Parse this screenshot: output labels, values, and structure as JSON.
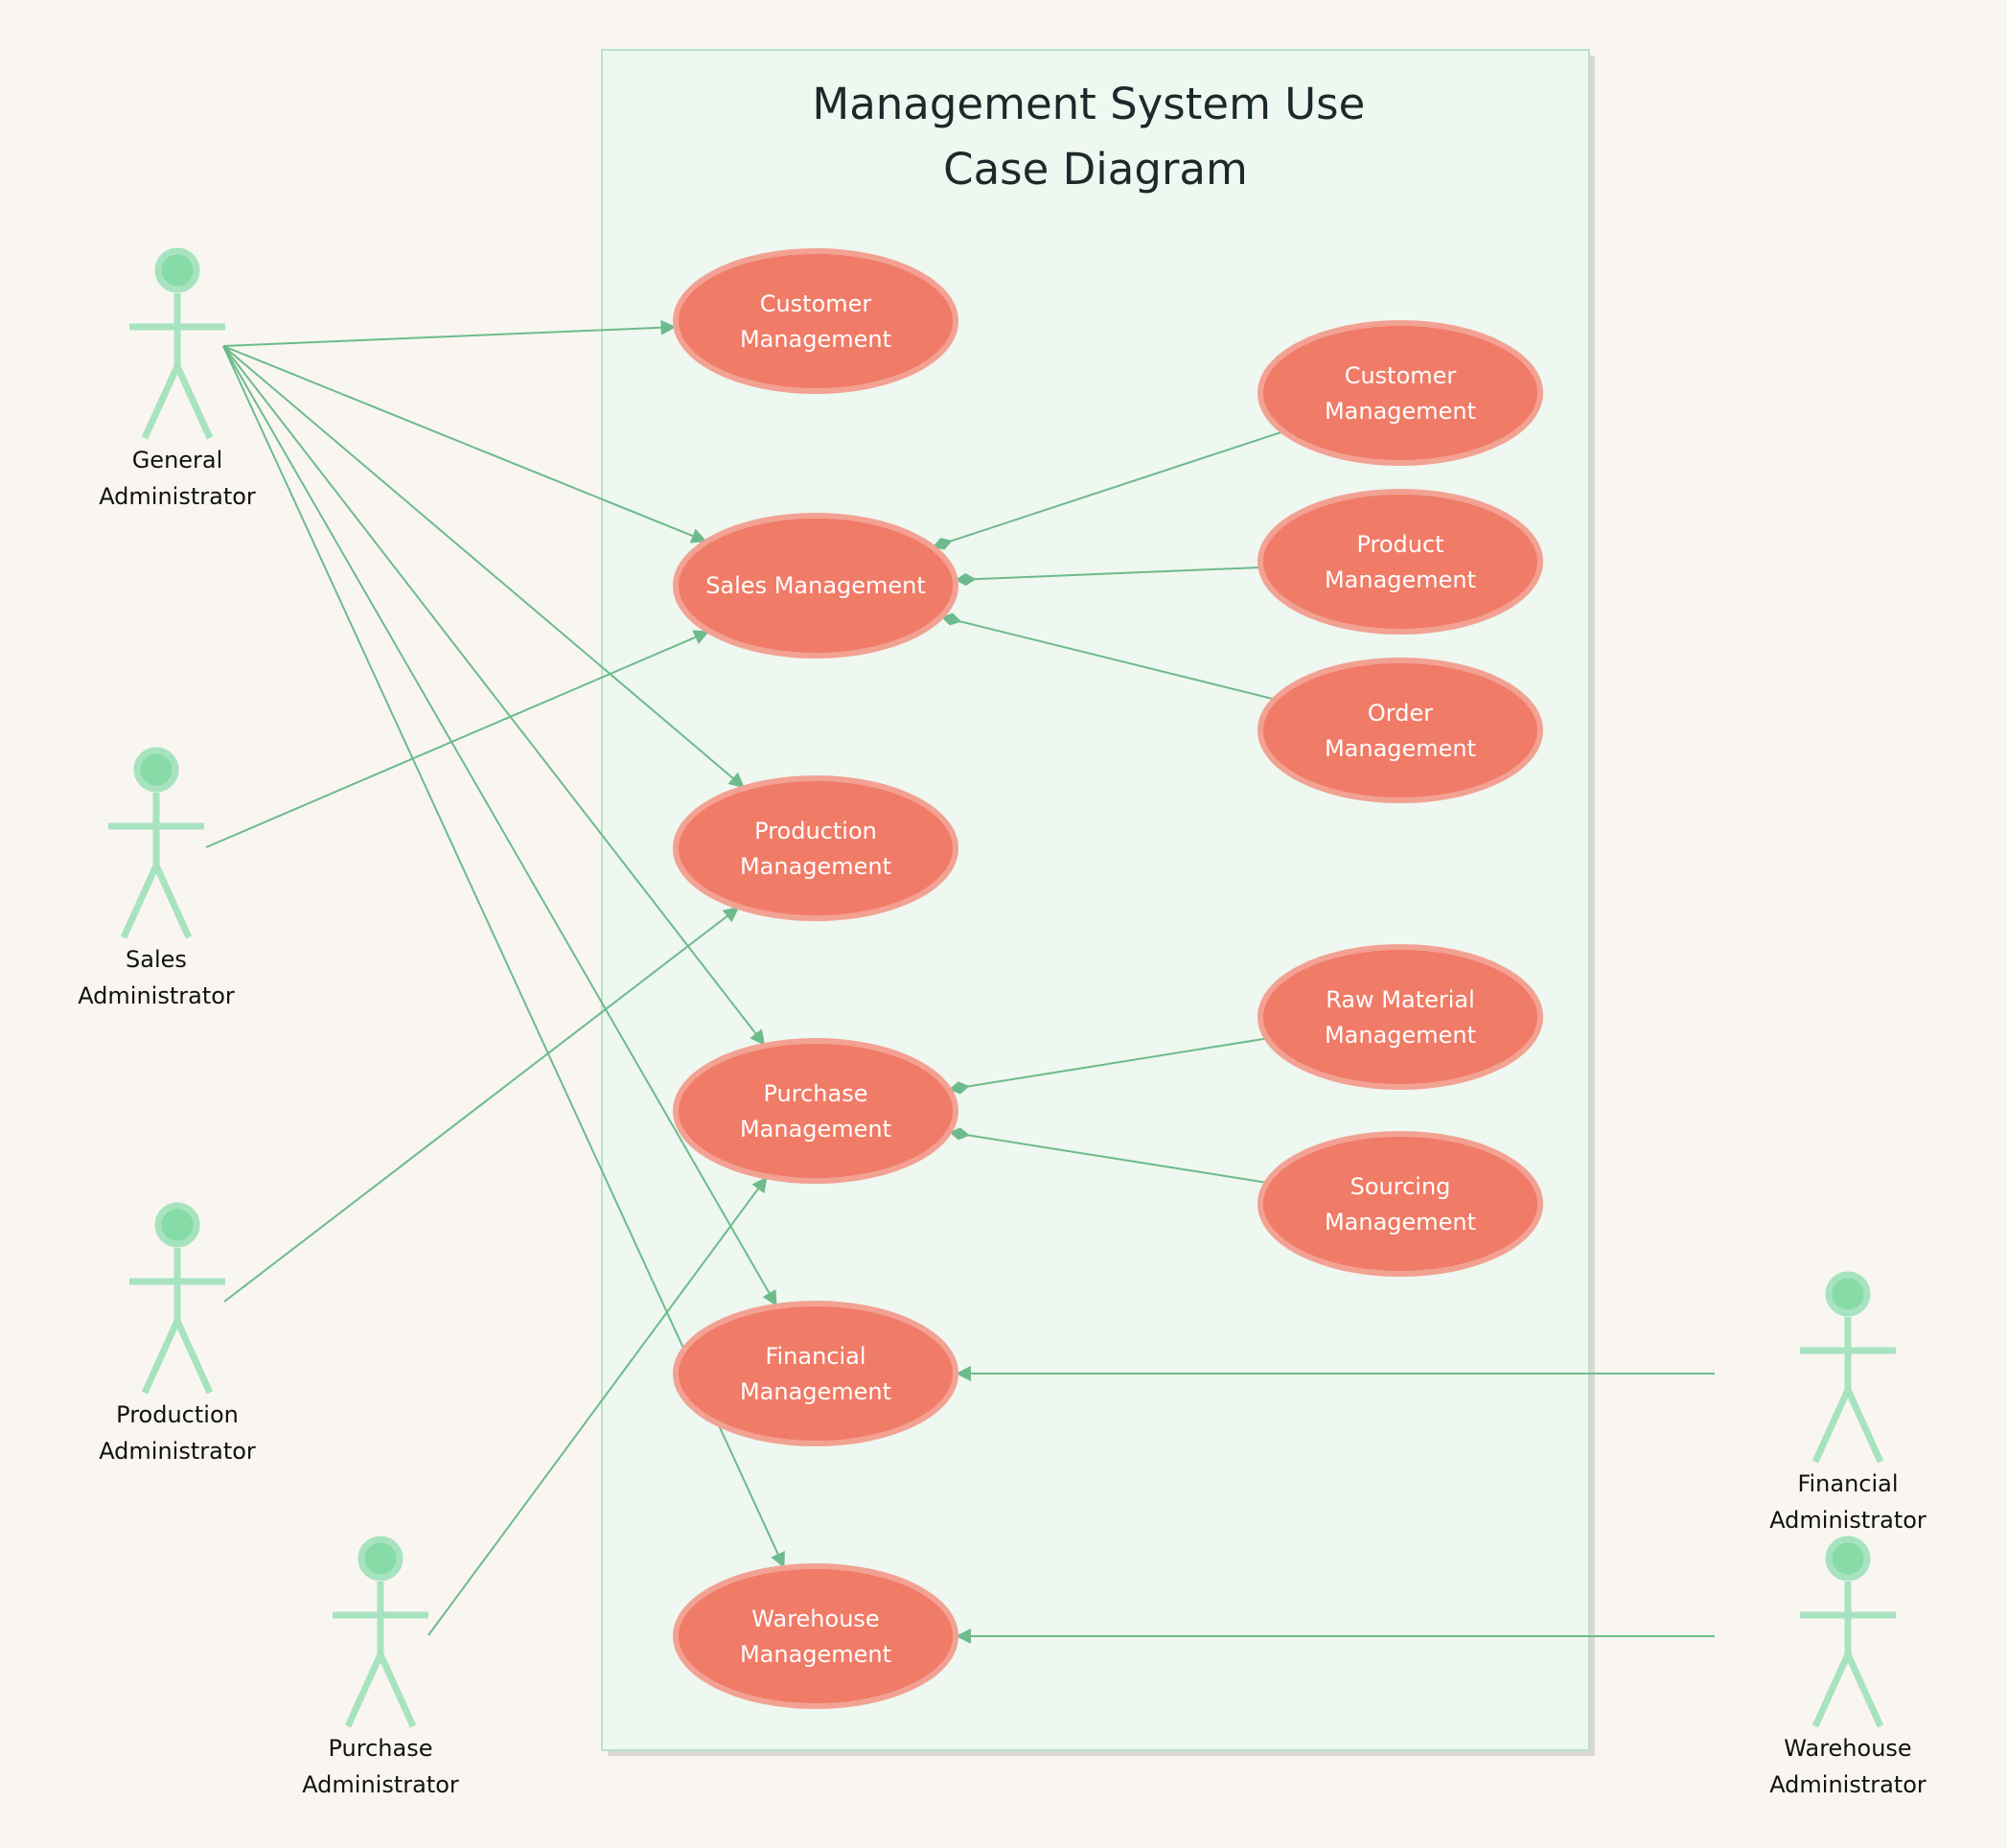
{
  "title": [
    "Management System Use",
    "Case Diagram"
  ],
  "colors": {
    "background": "#f9f6f2",
    "system_fill": "#eef7f0",
    "system_stroke": "#b9e2c9",
    "usecase_fill": "#f07b67",
    "usecase_stroke": "#f2a193",
    "actor": "#a8e3bf",
    "actor_head": "#86dba6",
    "edge": "#6dbb8c"
  },
  "actors": [
    {
      "id": "general",
      "lines": [
        "General",
        "Administrator"
      ]
    },
    {
      "id": "sales",
      "lines": [
        "Sales",
        "Administrator"
      ]
    },
    {
      "id": "production",
      "lines": [
        "Production",
        "Administrator"
      ]
    },
    {
      "id": "purchase",
      "lines": [
        "Purchase",
        "Administrator"
      ]
    },
    {
      "id": "financial",
      "lines": [
        "Financial",
        "Administrator"
      ]
    },
    {
      "id": "warehouse",
      "lines": [
        "Warehouse",
        "Administrator"
      ]
    }
  ],
  "usecases": [
    {
      "id": "customer_mgmt",
      "lines": [
        "Customer",
        "Management"
      ]
    },
    {
      "id": "sales_mgmt",
      "lines": [
        "Sales Management"
      ]
    },
    {
      "id": "production_mgmt",
      "lines": [
        "Production",
        "Management"
      ]
    },
    {
      "id": "purchase_mgmt",
      "lines": [
        "Purchase",
        "Management"
      ]
    },
    {
      "id": "financial_mgmt",
      "lines": [
        "Financial",
        "Management"
      ]
    },
    {
      "id": "warehouse_mgmt",
      "lines": [
        "Warehouse",
        "Management"
      ]
    },
    {
      "id": "sub_customer",
      "lines": [
        "Customer",
        "Management"
      ]
    },
    {
      "id": "sub_product",
      "lines": [
        "Product",
        "Management"
      ]
    },
    {
      "id": "sub_order",
      "lines": [
        "Order",
        "Management"
      ]
    },
    {
      "id": "sub_raw",
      "lines": [
        "Raw Material",
        "Management"
      ]
    },
    {
      "id": "sub_sourcing",
      "lines": [
        "Sourcing",
        "Management"
      ]
    }
  ],
  "associations": [
    {
      "from": "general",
      "to": "customer_mgmt"
    },
    {
      "from": "general",
      "to": "sales_mgmt"
    },
    {
      "from": "general",
      "to": "production_mgmt"
    },
    {
      "from": "general",
      "to": "purchase_mgmt"
    },
    {
      "from": "general",
      "to": "financial_mgmt"
    },
    {
      "from": "general",
      "to": "warehouse_mgmt"
    },
    {
      "from": "sales",
      "to": "sales_mgmt"
    },
    {
      "from": "production",
      "to": "production_mgmt"
    },
    {
      "from": "purchase",
      "to": "purchase_mgmt"
    },
    {
      "from": "financial",
      "to": "financial_mgmt"
    },
    {
      "from": "warehouse",
      "to": "warehouse_mgmt"
    }
  ],
  "compositions": [
    {
      "part": "sub_customer",
      "whole": "sales_mgmt"
    },
    {
      "part": "sub_product",
      "whole": "sales_mgmt"
    },
    {
      "part": "sub_order",
      "whole": "sales_mgmt"
    },
    {
      "part": "sub_raw",
      "whole": "purchase_mgmt"
    },
    {
      "part": "sub_sourcing",
      "whole": "purchase_mgmt"
    }
  ]
}
